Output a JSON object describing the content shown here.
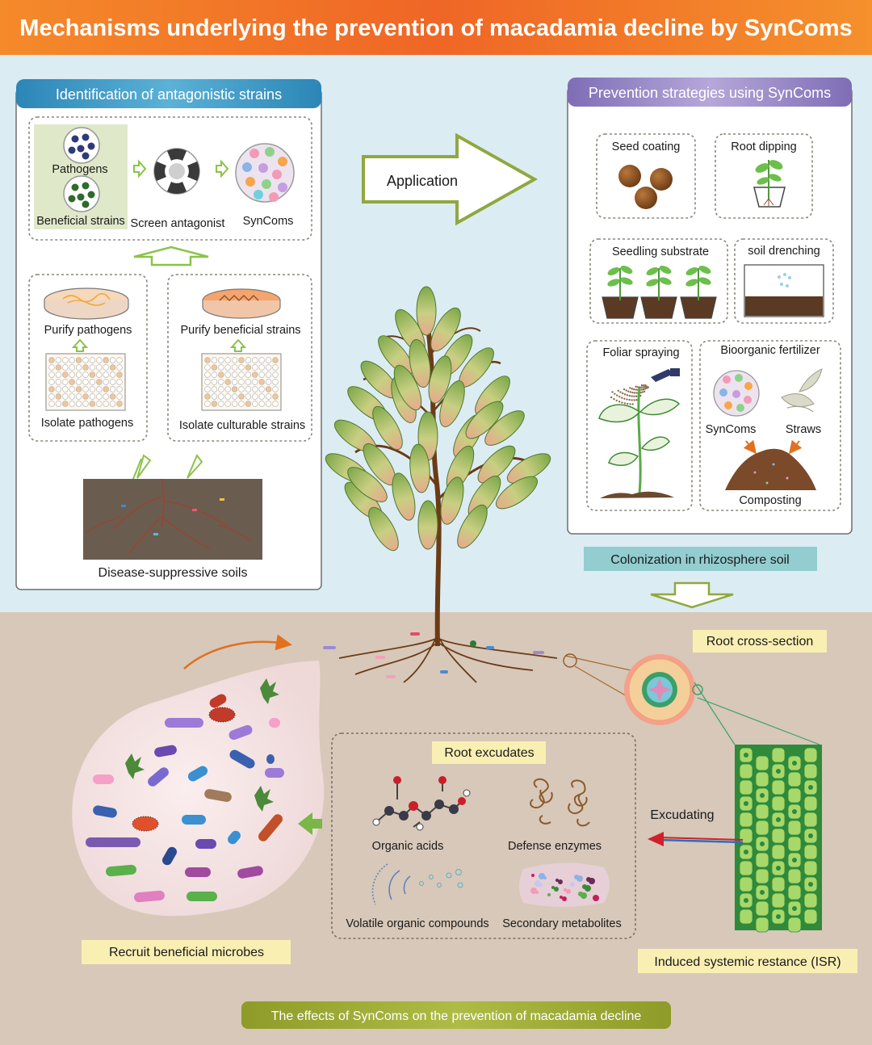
{
  "title": "Mechanisms underlying the prevention of macadamia decline by SynComs",
  "identification": {
    "header": "Identification of antagonistic strains",
    "pathogens": "Pathogens",
    "beneficial": "Beneficial strains",
    "screen": "Screen antagonist",
    "syncoms": "SynComs",
    "purify_pathogens": "Purify pathogens",
    "isolate_pathogens": "Isolate pathogens",
    "purify_beneficial": "Purify beneficial strains",
    "isolate_culturable": "Isolate culturable strains",
    "soils": "Disease-suppressive soils"
  },
  "application_label": "Application",
  "prevention": {
    "header": "Prevention strategies using SynComs",
    "seed_coating": "Seed coating",
    "root_dipping": "Root dipping",
    "seedling_substrate": "Seedling substrate",
    "soil_drenching": "soil drenching",
    "foliar_spraying": "Foliar spraying",
    "bioorganic_fertilizer": "Bioorganic fertilizer",
    "syncoms": "SynComs",
    "straws": "Straws",
    "composting": "Composting"
  },
  "colonization": "Colonization in rhizosphere soil",
  "root_cross_section": "Root cross-section",
  "root_exudates": {
    "header": "Root excudates",
    "organic_acids": "Organic acids",
    "defense_enzymes": "Defense enzymes",
    "voc": "Volatile organic compounds",
    "secondary_metabolites": "Secondary metabolites"
  },
  "excudating": "Excudating",
  "recruit": "Recruit beneficial microbes",
  "isr": "Induced systemic restance (ISR)",
  "effects": "The effects of SynComs on the prevention of macadamia decline",
  "colors": {
    "title_bar": "#ef6a28",
    "sky": "#dcecf3",
    "soil": "#d7c8b9",
    "box_header_blue": "#2f8ab8",
    "box_header_purple": "#8f7fbe",
    "label_yellow": "#f9efb3",
    "label_teal": "#93cdcf",
    "bottom_banner": "#98a532"
  }
}
